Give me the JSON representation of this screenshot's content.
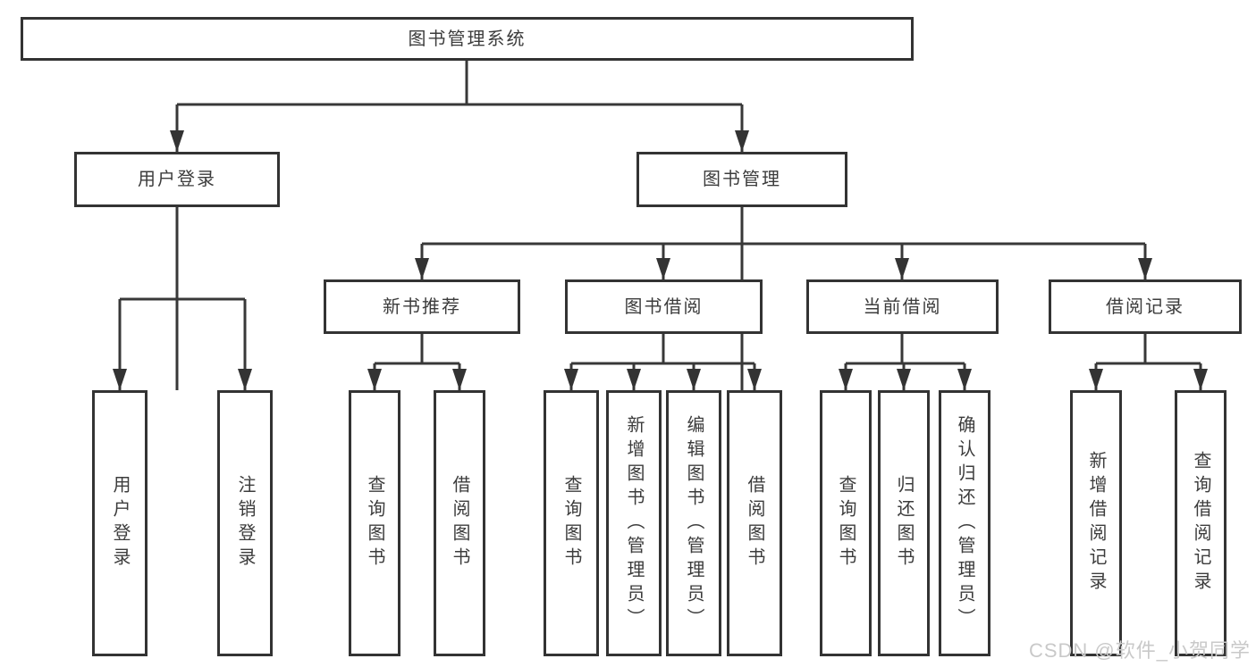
{
  "tree": {
    "label": "图书管理系统",
    "children": [
      {
        "label": "用户登录",
        "children": [
          {
            "label": "用户登录"
          },
          {
            "label": "注销登录"
          }
        ]
      },
      {
        "label": "图书管理",
        "children": [
          {
            "label": "新书推荐",
            "children": [
              {
                "label": "查询图书"
              },
              {
                "label": "借阅图书"
              }
            ]
          },
          {
            "label": "图书借阅",
            "children": [
              {
                "label": "查询图书"
              },
              {
                "label": "新增图书（管理员）"
              },
              {
                "label": "编辑图书（管理员）"
              },
              {
                "label": "借阅图书"
              }
            ]
          },
          {
            "label": "当前借阅",
            "children": [
              {
                "label": "查询图书"
              },
              {
                "label": "归还图书"
              },
              {
                "label": "确认归还（管理员）"
              }
            ]
          },
          {
            "label": "借阅记录",
            "children": [
              {
                "label": "新增借阅记录"
              },
              {
                "label": "查询借阅记录"
              }
            ]
          }
        ]
      }
    ]
  },
  "watermark": "CSDN @软件_小贺同学",
  "colors": {
    "line": "#383838",
    "box_border": "#333333",
    "box_fill": "#ffffff",
    "text": "#3c3c3c",
    "watermark": "#c9c9c9",
    "background": "#ffffff"
  }
}
